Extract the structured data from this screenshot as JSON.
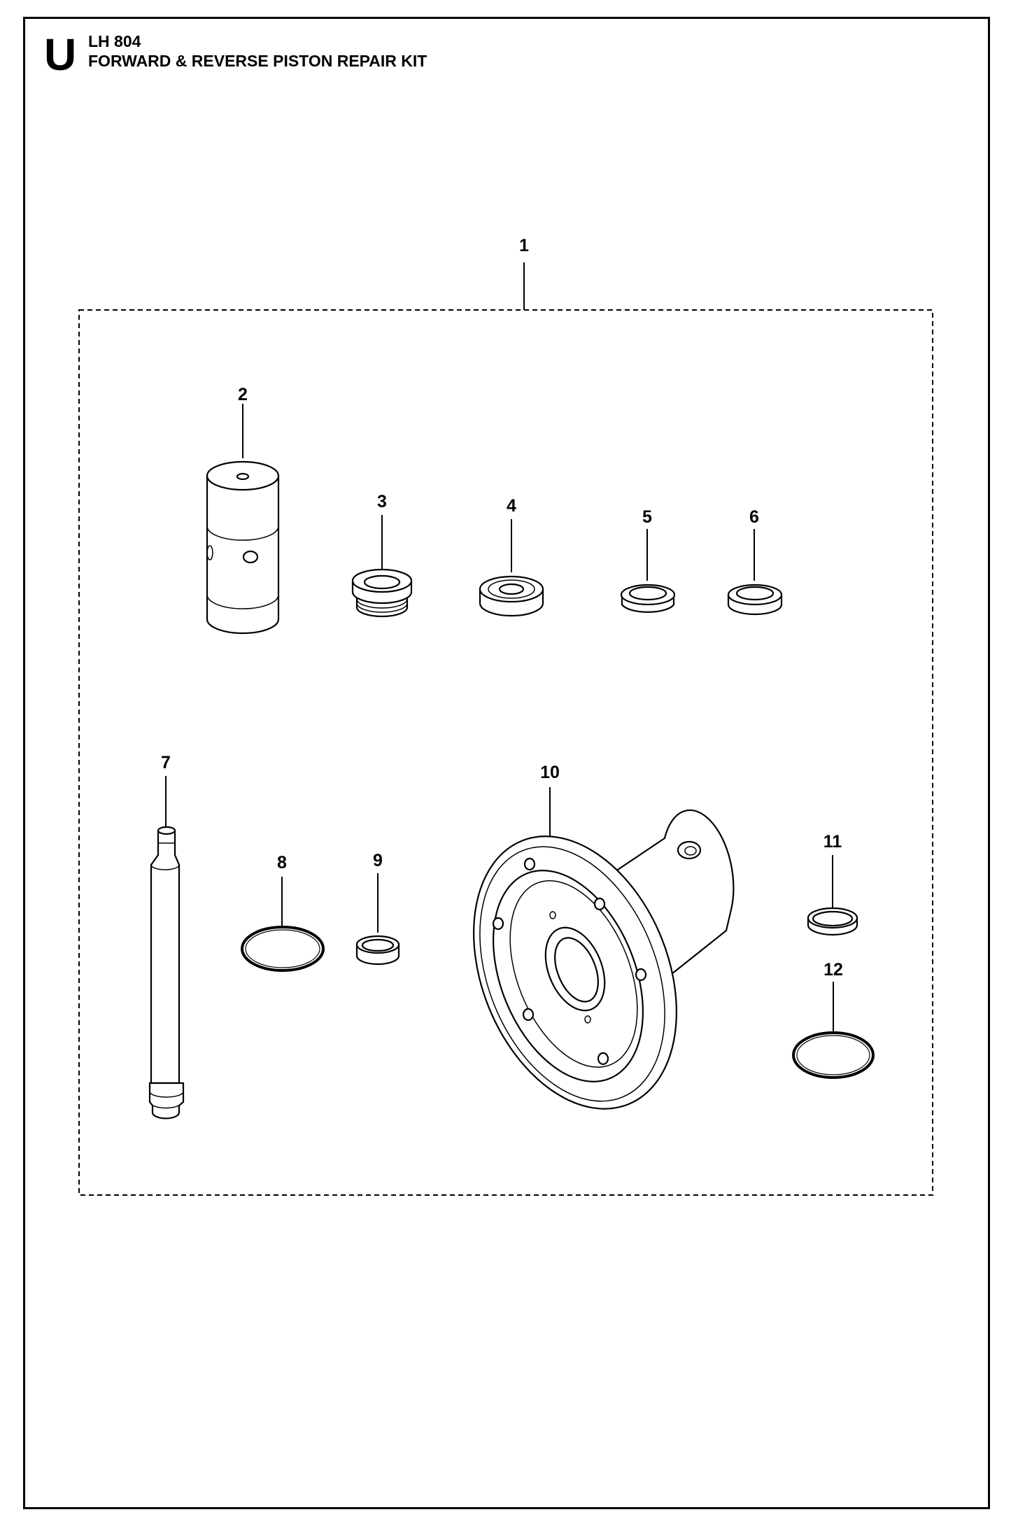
{
  "header": {
    "section_letter": "U",
    "model": "LH 804",
    "title": "FORWARD & REVERSE PISTON REPAIR KIT"
  },
  "callouts": {
    "c1": "1",
    "c2": "2",
    "c3": "3",
    "c4": "4",
    "c5": "5",
    "c6": "6",
    "c7": "7",
    "c8": "8",
    "c9": "9",
    "c10": "10",
    "c11": "11",
    "c12": "12"
  }
}
